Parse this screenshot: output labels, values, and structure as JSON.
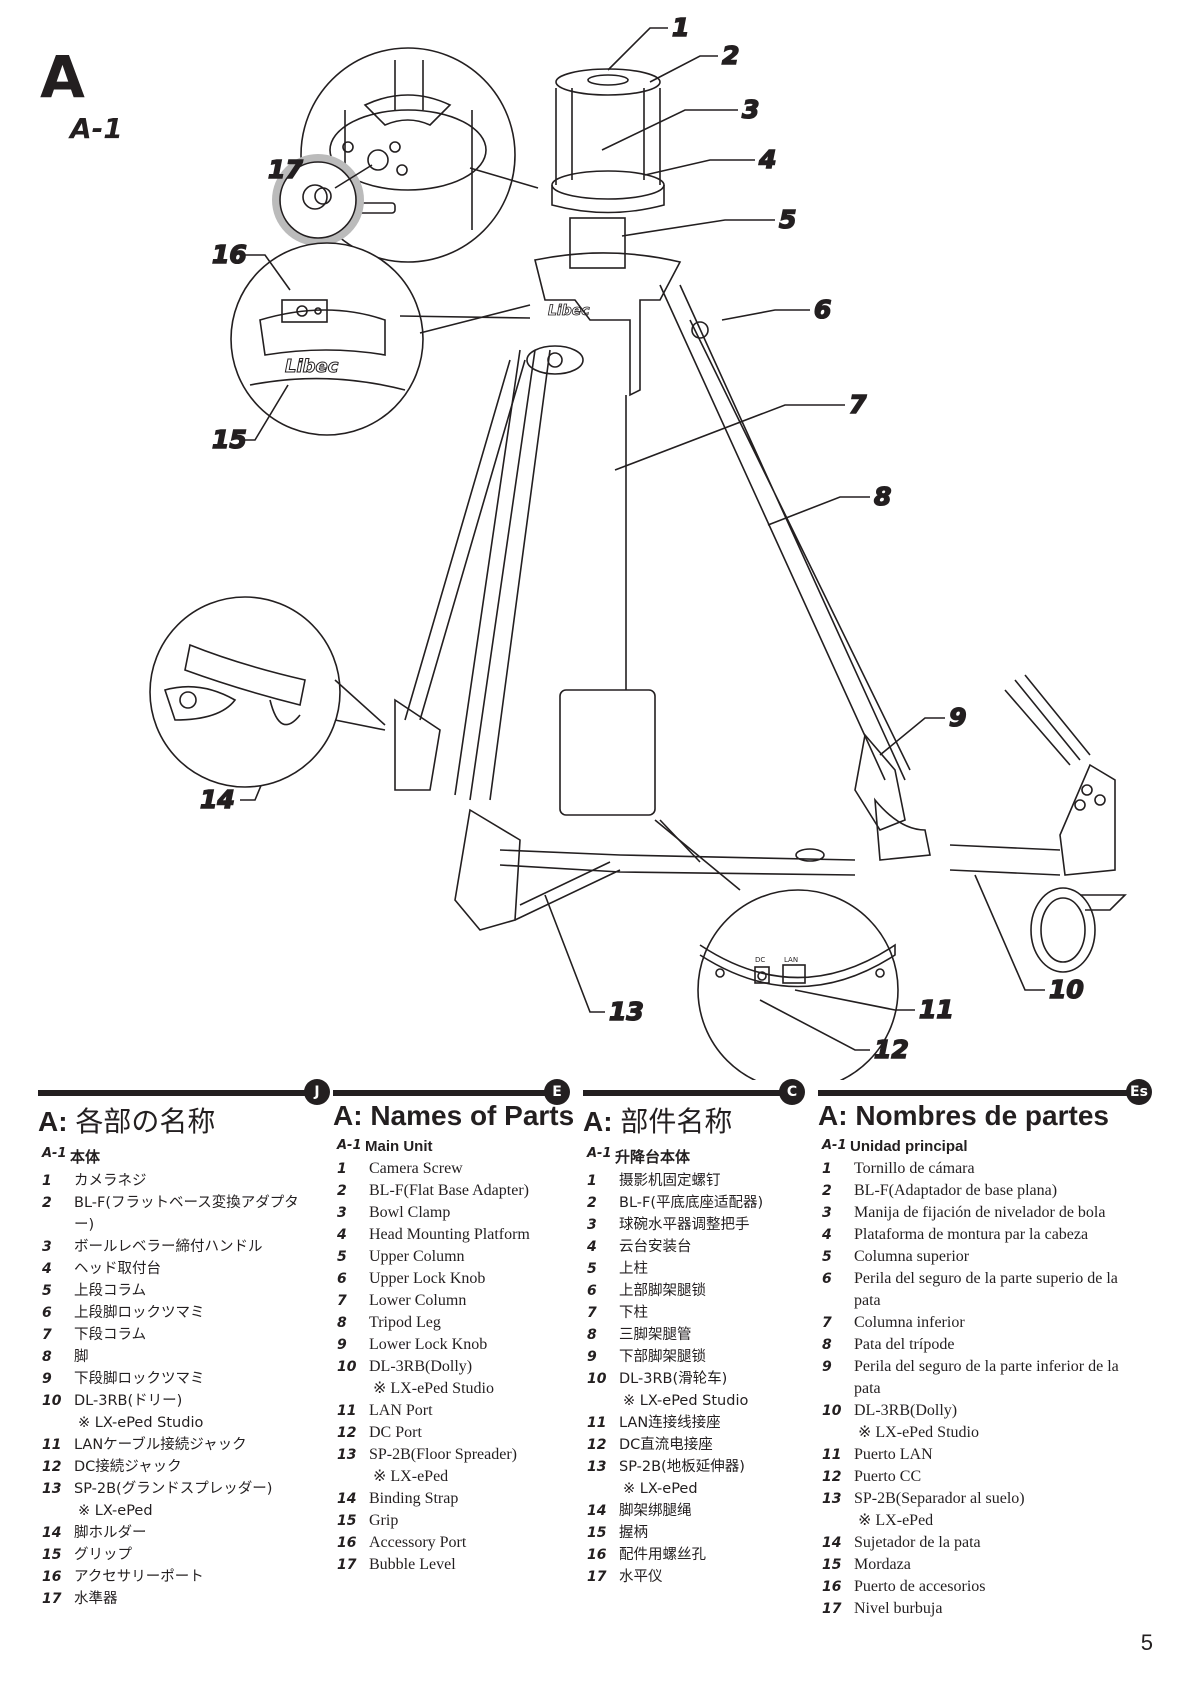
{
  "section": {
    "letter": "A",
    "sub": "A-1"
  },
  "callouts": [
    "1",
    "2",
    "3",
    "4",
    "5",
    "6",
    "7",
    "8",
    "9",
    "10",
    "11",
    "12",
    "13",
    "14",
    "15",
    "16",
    "17"
  ],
  "diagram_labels": {
    "brand": "Libec",
    "dc": "DC",
    "lan": "LAN"
  },
  "columns": [
    {
      "lang_badge": "J",
      "title_prefix": "A:",
      "title": "各部の名称",
      "subhead_num": "A-1",
      "subhead": "本体",
      "items": [
        {
          "n": "1",
          "t": "カメラネジ"
        },
        {
          "n": "2",
          "t": "BL-F(フラットベース変換アダプター)"
        },
        {
          "n": "3",
          "t": "ボールレベラー締付ハンドル"
        },
        {
          "n": "4",
          "t": "ヘッド取付台"
        },
        {
          "n": "5",
          "t": "上段コラム"
        },
        {
          "n": "6",
          "t": "上段脚ロックツマミ"
        },
        {
          "n": "7",
          "t": "下段コラム"
        },
        {
          "n": "8",
          "t": "脚"
        },
        {
          "n": "9",
          "t": "下段脚ロックツマミ"
        },
        {
          "n": "10",
          "t": "DL-3RB(ドリー)",
          "note": "※ LX-ePed Studio"
        },
        {
          "n": "11",
          "t": "LANケーブル接続ジャック"
        },
        {
          "n": "12",
          "t": "DC接続ジャック"
        },
        {
          "n": "13",
          "t": "SP-2B(グランドスプレッダー)",
          "note": "※ LX-ePed"
        },
        {
          "n": "14",
          "t": "脚ホルダー"
        },
        {
          "n": "15",
          "t": "グリップ"
        },
        {
          "n": "16",
          "t": "アクセサリーポート"
        },
        {
          "n": "17",
          "t": "水準器"
        }
      ]
    },
    {
      "lang_badge": "E",
      "title_prefix": "A:",
      "title": "Names of Parts",
      "subhead_num": "A-1",
      "subhead": "Main Unit",
      "items": [
        {
          "n": "1",
          "t": "Camera Screw"
        },
        {
          "n": "2",
          "t": "BL-F(Flat Base Adapter)"
        },
        {
          "n": "3",
          "t": "Bowl Clamp"
        },
        {
          "n": "4",
          "t": "Head Mounting Platform"
        },
        {
          "n": "5",
          "t": "Upper Column"
        },
        {
          "n": "6",
          "t": "Upper Lock Knob"
        },
        {
          "n": "7",
          "t": "Lower Column"
        },
        {
          "n": "8",
          "t": "Tripod Leg"
        },
        {
          "n": "9",
          "t": "Lower Lock Knob"
        },
        {
          "n": "10",
          "t": "DL-3RB(Dolly)",
          "note": "※ LX-ePed Studio"
        },
        {
          "n": "11",
          "t": "LAN Port"
        },
        {
          "n": "12",
          "t": "DC Port"
        },
        {
          "n": "13",
          "t": "SP-2B(Floor Spreader)",
          "note": "※ LX-ePed"
        },
        {
          "n": "14",
          "t": "Binding Strap"
        },
        {
          "n": "15",
          "t": "Grip"
        },
        {
          "n": "16",
          "t": "Accessory Port"
        },
        {
          "n": "17",
          "t": "Bubble Level"
        }
      ]
    },
    {
      "lang_badge": "C",
      "title_prefix": "A:",
      "title": "部件名称",
      "subhead_num": "A-1",
      "subhead": "升降台本体",
      "items": [
        {
          "n": "1",
          "t": "摄影机固定螺钉"
        },
        {
          "n": "2",
          "t": "BL-F(平底底座适配器)"
        },
        {
          "n": "3",
          "t": "球碗水平器调整把手"
        },
        {
          "n": "4",
          "t": "云台安装台"
        },
        {
          "n": "5",
          "t": "上柱"
        },
        {
          "n": "6",
          "t": "上部脚架腿锁"
        },
        {
          "n": "7",
          "t": "下柱"
        },
        {
          "n": "8",
          "t": "三脚架腿管"
        },
        {
          "n": "9",
          "t": "下部脚架腿锁"
        },
        {
          "n": "10",
          "t": "DL-3RB(滑轮车)",
          "note": "※ LX-ePed Studio"
        },
        {
          "n": "11",
          "t": "LAN连接线接座"
        },
        {
          "n": "12",
          "t": "DC直流电接座"
        },
        {
          "n": "13",
          "t": "SP-2B(地板延伸器)",
          "note": "※ LX-ePed"
        },
        {
          "n": "14",
          "t": "脚架绑腿绳"
        },
        {
          "n": "15",
          "t": "握柄"
        },
        {
          "n": "16",
          "t": "配件用螺丝孔"
        },
        {
          "n": "17",
          "t": "水平仪"
        }
      ]
    },
    {
      "lang_badge": "Es",
      "title_prefix": "A:",
      "title": "Nombres de partes",
      "subhead_num": "A-1",
      "subhead": "Unidad principal",
      "items": [
        {
          "n": "1",
          "t": "Tornillo de cámara"
        },
        {
          "n": "2",
          "t": "BL-F(Adaptador de base plana)"
        },
        {
          "n": "3",
          "t": "Manija de fijación de nivelador de bola"
        },
        {
          "n": "4",
          "t": "Plataforma de montura par la cabeza"
        },
        {
          "n": "5",
          "t": "Columna superior"
        },
        {
          "n": "6",
          "t": "Perila del seguro de la parte superio de la pata"
        },
        {
          "n": "7",
          "t": "Columna inferior"
        },
        {
          "n": "8",
          "t": "Pata del trípode"
        },
        {
          "n": "9",
          "t": "Perila del seguro de la parte inferior de la pata"
        },
        {
          "n": "10",
          "t": "DL-3RB(Dolly)",
          "note": "※ LX-ePed Studio"
        },
        {
          "n": "11",
          "t": "Puerto LAN"
        },
        {
          "n": "12",
          "t": "Puerto CC"
        },
        {
          "n": "13",
          "t": "SP-2B(Separador al suelo)",
          "note": "※ LX-ePed"
        },
        {
          "n": "14",
          "t": "Sujetador de la pata"
        },
        {
          "n": "15",
          "t": "Mordaza"
        },
        {
          "n": "16",
          "t": "Puerto de accesorios"
        },
        {
          "n": "17",
          "t": "Nivel burbuja"
        }
      ]
    }
  ],
  "page_number": "5"
}
